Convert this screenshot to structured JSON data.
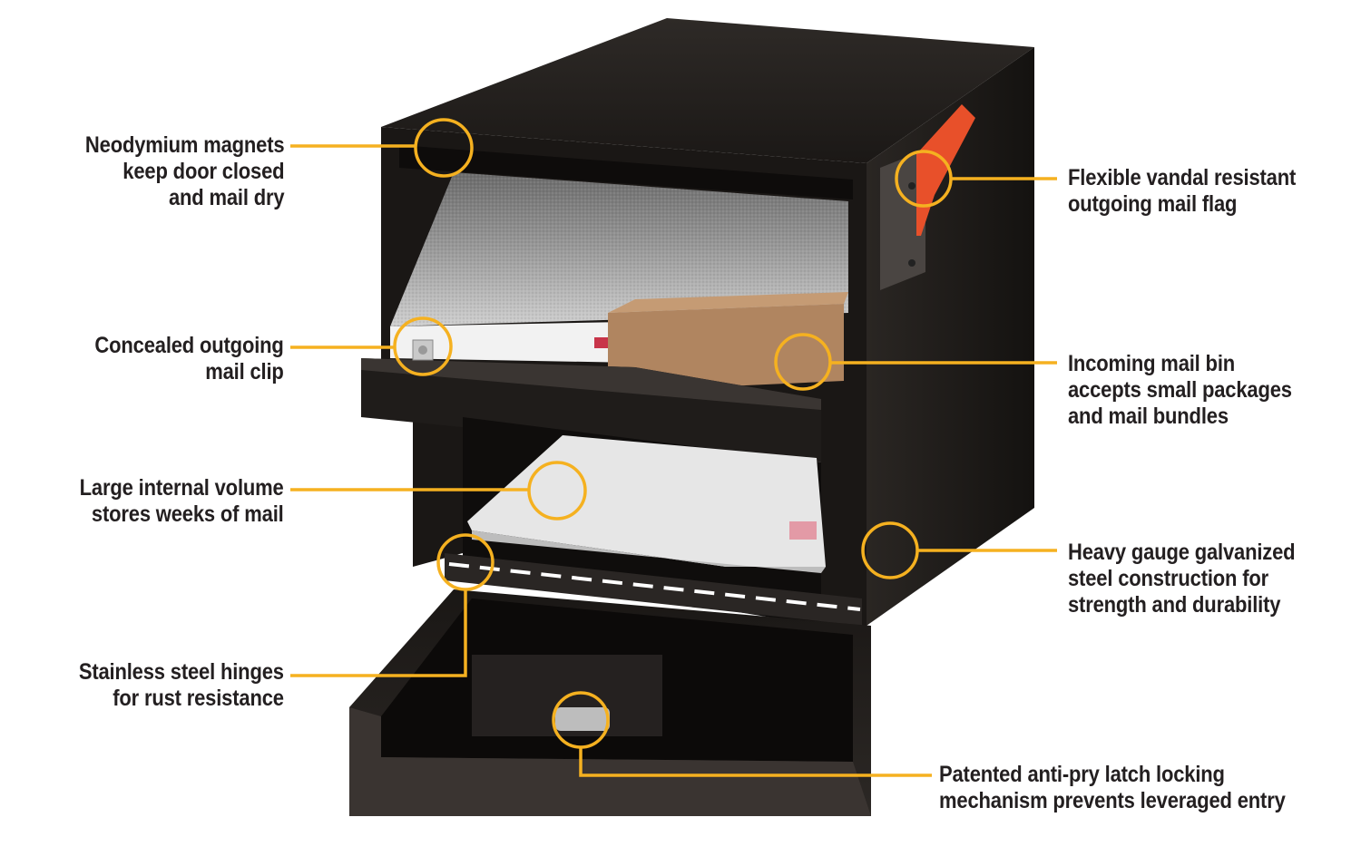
{
  "accent_color": "#f5b120",
  "product": {
    "body_color": "#1d1a18",
    "flag_color": "#e8502a",
    "package_color": "#b08560"
  },
  "callouts": [
    {
      "id": "magnets",
      "side": "left",
      "lines": [
        "Neodymium magnets",
        "keep door closed",
        "and mail dry"
      ]
    },
    {
      "id": "mail-clip",
      "side": "left",
      "lines": [
        "Concealed outgoing",
        "mail clip"
      ]
    },
    {
      "id": "volume",
      "side": "left",
      "lines": [
        "Large internal volume",
        "stores weeks of mail"
      ]
    },
    {
      "id": "hinges",
      "side": "left",
      "lines": [
        "Stainless steel hinges",
        "for rust resistance"
      ]
    },
    {
      "id": "flag",
      "side": "right",
      "lines": [
        "Flexible vandal resistant",
        "outgoing mail flag"
      ]
    },
    {
      "id": "mail-bin",
      "side": "right",
      "lines": [
        "Incoming mail bin",
        "accepts small packages",
        "and mail bundles"
      ]
    },
    {
      "id": "steel",
      "side": "right",
      "lines": [
        "Heavy gauge galvanized",
        "steel construction for",
        "strength and durability"
      ]
    },
    {
      "id": "latch",
      "side": "right",
      "lines": [
        "Patented anti-pry latch locking",
        "mechanism prevents leveraged entry"
      ]
    }
  ]
}
